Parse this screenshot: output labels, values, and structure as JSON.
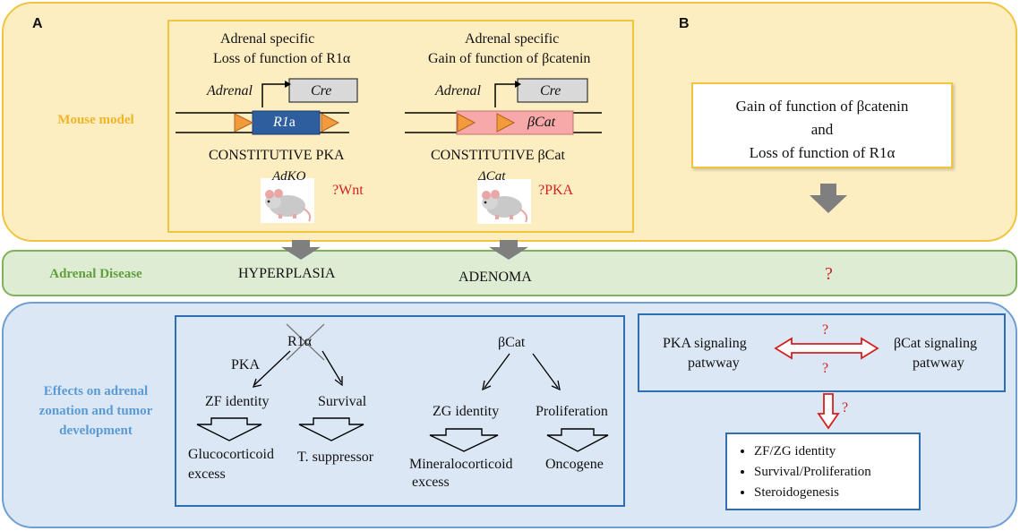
{
  "panels": {
    "a": "A",
    "b": "B"
  },
  "rows": {
    "mouse_model": "Mouse model",
    "adrenal_disease": "Adrenal Disease",
    "effects_line1": "Effects on adrenal",
    "effects_line2": "zonation and tumor",
    "effects_line3": "development"
  },
  "colors": {
    "mouse_band": "#fdeec2",
    "disease_band": "#dfecd4",
    "effects_band": "#dbe7f5",
    "label_gold": "#f0b429",
    "label_green": "#5fa03a",
    "label_blue": "#5b9bd5",
    "question_red": "#d42020"
  },
  "model_r1a": {
    "title1": "Adrenal specific",
    "title2": "Loss of function of R1α",
    "promoter": "Adrenal",
    "cre": "Cre",
    "gene": "R1",
    "gene_suffix": "a",
    "constitutive": "CONSTITUTIVE PKA",
    "strain": "AdKO",
    "query": "?Wnt"
  },
  "model_bcat": {
    "title1": "Adrenal specific",
    "title2": "Gain of function of βcatenin",
    "promoter": "Adrenal",
    "cre": "Cre",
    "gene": "βCat",
    "constitutive": "CONSTITUTIVE βCat",
    "strain": "ΔCat",
    "query": "?PKA"
  },
  "combined": {
    "line1": "Gain of function of βcatenin",
    "line2": "and",
    "line3": "Loss of function of R1α"
  },
  "disease": {
    "r1a": "HYPERPLASIA",
    "bcat": "ADENOMA",
    "combined": "?"
  },
  "effects_r1a": {
    "node": "R1α",
    "pka": "PKA",
    "zf": "ZF identity",
    "survival": "Survival",
    "gluco1": "Glucocorticoid",
    "gluco2": "excess",
    "suppressor": "T. suppressor"
  },
  "effects_bcat": {
    "node": "βCat",
    "zg": "ZG identity",
    "proliferation": "Proliferation",
    "mineralo1": "Mineralocorticoid",
    "mineralo2": "excess",
    "oncogene": "Oncogene"
  },
  "signaling": {
    "pka1": "PKA signaling",
    "pka2": "patwway",
    "bcat1": "βCat signaling",
    "bcat2": "patwway",
    "q_top": "?",
    "q_bottom": "?",
    "q_down": "?"
  },
  "outcomes": [
    "ZF/ZG identity",
    "Survival/Proliferation",
    "Steroidogenesis"
  ]
}
